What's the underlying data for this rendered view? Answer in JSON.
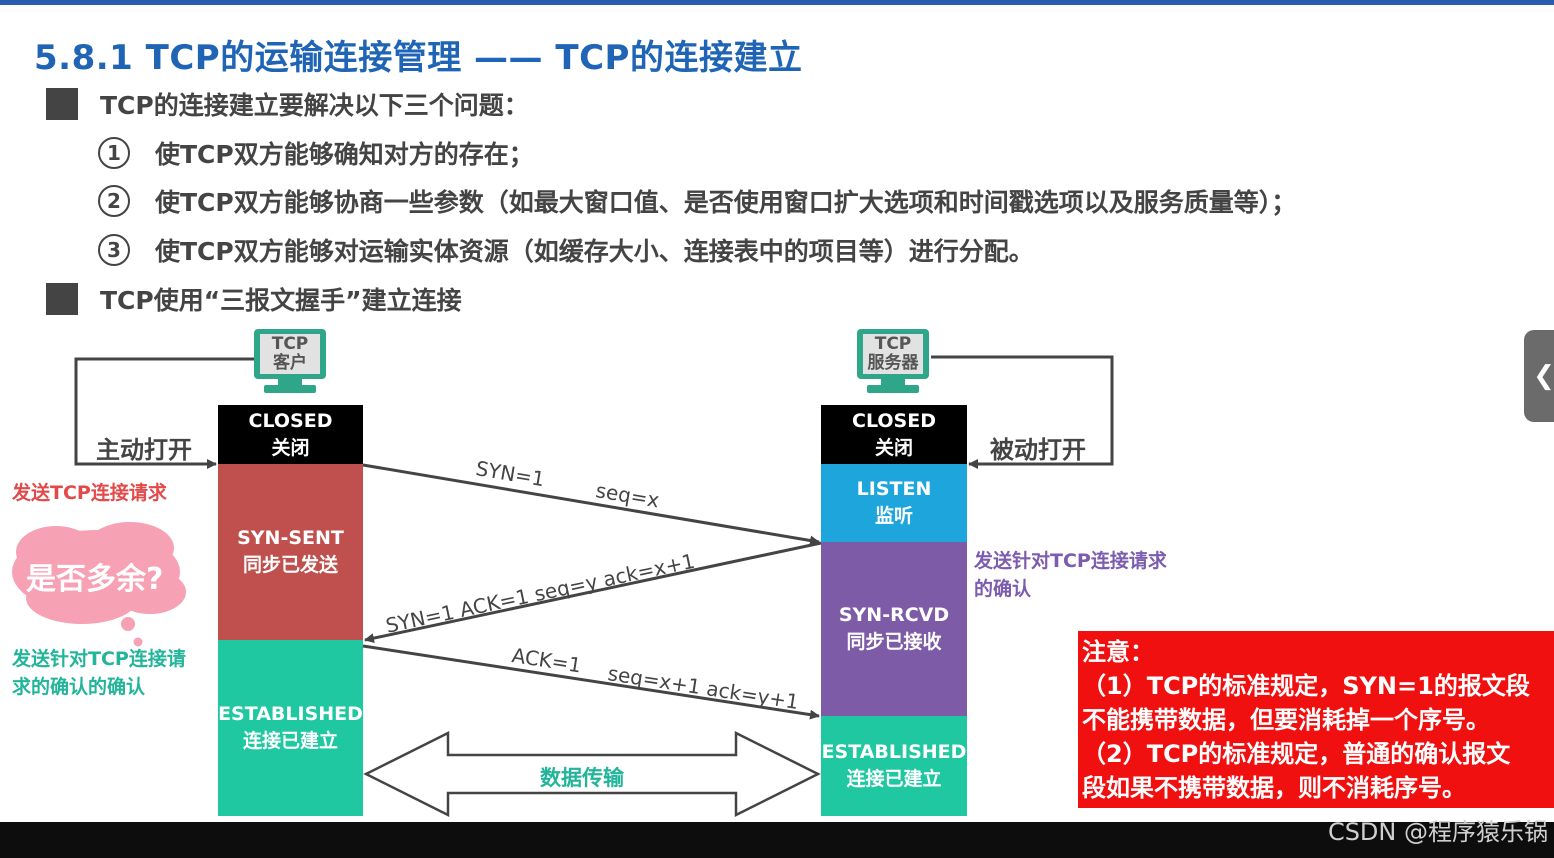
{
  "title": "5.8.1 TCP的运输连接管理 —— TCP的连接建立",
  "bullets": [
    "TCP的连接建立要解决以下三个问题：",
    "TCP使用“三报文握手”建立连接"
  ],
  "items": [
    {
      "num": "1",
      "text": "使TCP双方能够确知对方的存在；"
    },
    {
      "num": "2",
      "text": "使TCP双方能够协商一些参数（如最大窗口值、是否使用窗口扩大选项和时间戳选项以及服务质量等）；"
    },
    {
      "num": "3",
      "text": "使TCP双方能够对运输实体资源（如缓存大小、连接表中的项目等）进行分配。"
    }
  ],
  "client": {
    "line1": "TCP",
    "line2": "客户",
    "open_label": "主动打开",
    "states": {
      "closed": {
        "en": "CLOSED",
        "zh": "关闭"
      },
      "syn_sent": {
        "en": "SYN-SENT",
        "zh": "同步已发送"
      },
      "established": {
        "en": "ESTABLISHED",
        "zh": "连接已建立"
      }
    }
  },
  "server": {
    "line1": "TCP",
    "line2": "服务器",
    "open_label": "被动打开",
    "states": {
      "closed": {
        "en": "CLOSED",
        "zh": "关闭"
      },
      "listen": {
        "en": "LISTEN",
        "zh": "监听"
      },
      "syn_rcvd": {
        "en": "SYN-RCVD",
        "zh": "同步已接收"
      },
      "established": {
        "en": "ESTABLISHED",
        "zh": "连接已建立"
      }
    }
  },
  "messages": {
    "m1_syn": "SYN=1",
    "m1_seq": "seq=x",
    "m2": "SYN=1   ACK=1   seq=y    ack=x+1",
    "m3_ack": "ACK=1",
    "m3_rest": "seq=x+1   ack=y+1",
    "data_transfer": "数据传输"
  },
  "notes": {
    "send_request": "发送TCP连接请求",
    "redundant": "是否多余?",
    "ack_of_ack": [
      "发送针对TCP连接请",
      "求的确认的确认"
    ],
    "server_ack": [
      "发送针对TCP连接请求",
      "的确认"
    ]
  },
  "warning": {
    "lines": [
      "注意：",
      "（1）TCP的标准规定，SYN=1的报文段",
      "不能携带数据，但要消耗掉一个序号。",
      "（2）TCP的标准规定，普通的确认报文",
      "段如果不携带数据，则不消耗序号。"
    ]
  },
  "watermark": "CSDN @程序猿乐锅",
  "colors": {
    "title": "#1f64b5",
    "closed": "#000000",
    "syn_sent": "#c0504d",
    "established": "#1fc8a0",
    "listen": "#1ea6dc",
    "syn_rcvd": "#7d5ba6",
    "warning": "#f01010",
    "cloud": "#f7a1b4"
  }
}
